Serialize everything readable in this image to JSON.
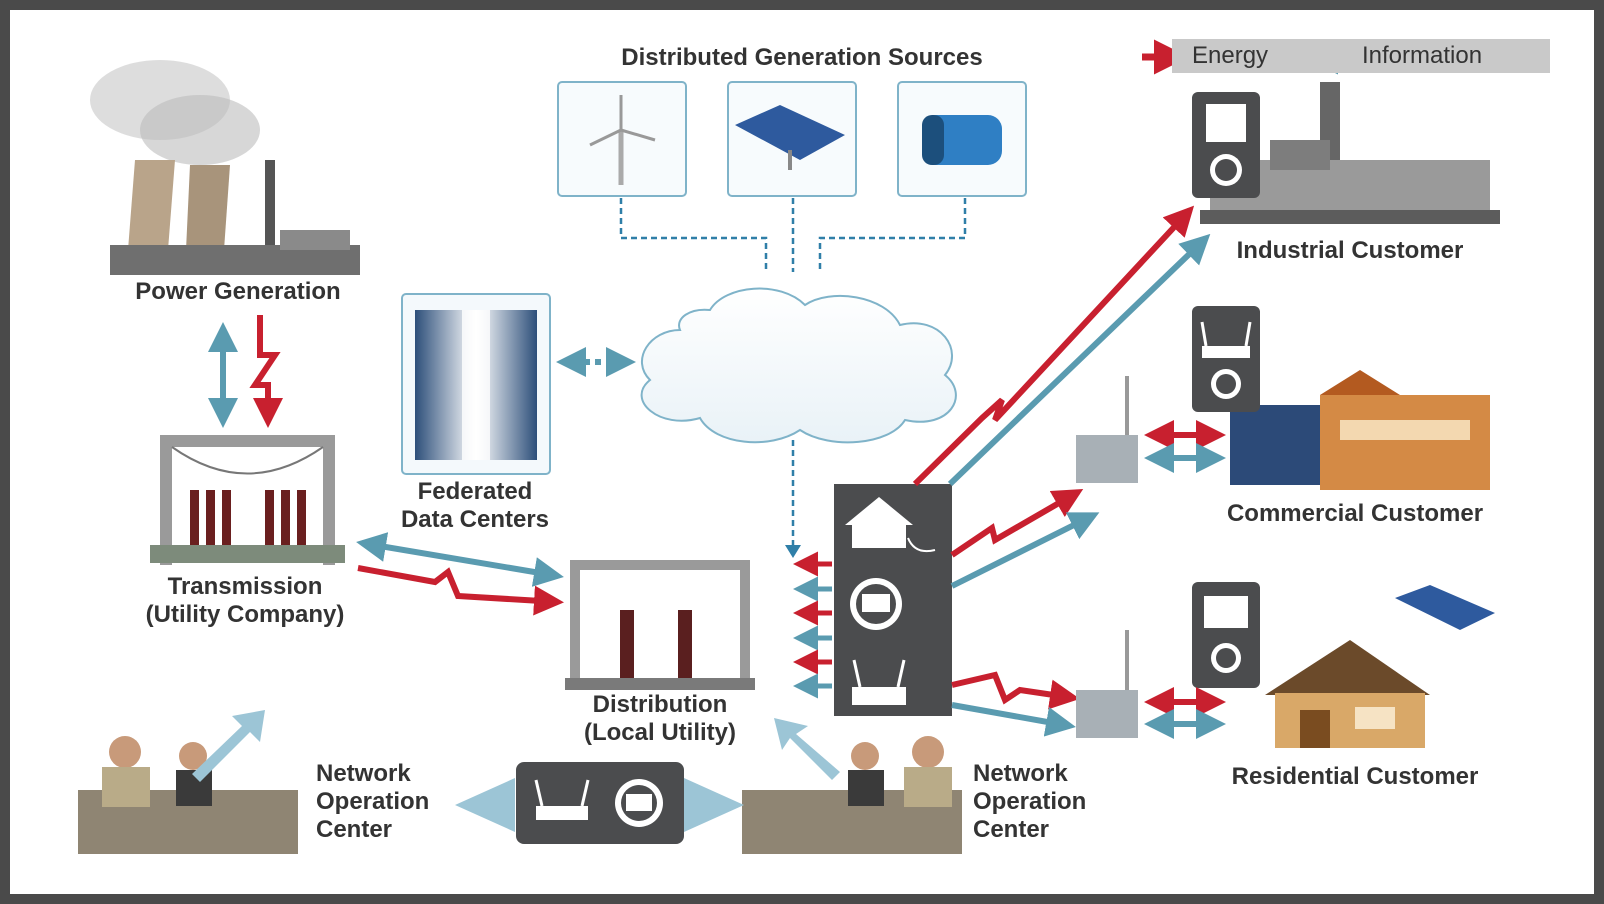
{
  "title": "Distributed Generation Sources",
  "legend": {
    "energy": "Energy",
    "information": "Information"
  },
  "colors": {
    "energy": "#c8202f",
    "information": "#5a9bb0",
    "panel": "#4b4c4e",
    "text": "#333333"
  },
  "nodes": {
    "power_generation": "Power Generation",
    "transmission_line1": "Transmission",
    "transmission_line2": "(Utility Company)",
    "data_centers_line1": "Federated",
    "data_centers_line2": "Data Centers",
    "distribution_line1": "Distribution",
    "distribution_line2": "(Local Utility)",
    "industrial": "Industrial Customer",
    "commercial": "Commercial Customer",
    "residential": "Residential Customer",
    "noc_left": {
      "line1": "Network",
      "line2": "Operation",
      "line3": "Center"
    },
    "noc_right": {
      "line1": "Network",
      "line2": "Operation",
      "line3": "Center"
    }
  },
  "dg_sources": [
    "wind-turbine",
    "solar-panel",
    "battery"
  ],
  "icons": [
    "house-plug-icon",
    "meter-icon",
    "router-icon"
  ]
}
